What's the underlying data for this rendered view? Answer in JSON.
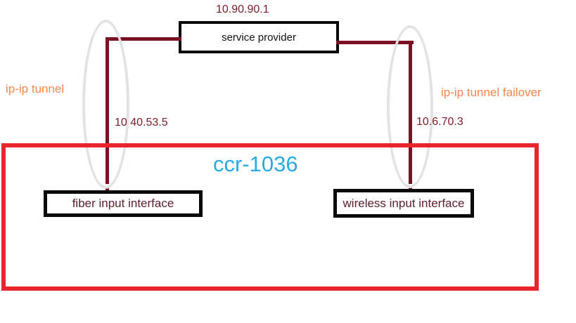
{
  "colors": {
    "link": "#7a1124",
    "router_border": "#e8242c",
    "router_label": "#29abe2",
    "tunnel_label": "#f5874e",
    "ip_text": "#7d1a2a",
    "iface_text": "#5a1e2d",
    "node_border": "#0a0a0a",
    "ellipse": "#e3e3e3"
  },
  "nodes": {
    "service_provider": {
      "label": "service provider",
      "ip_label": "10.90.90.1"
    },
    "router": {
      "label": "ccr-1036"
    },
    "fiber_interface": {
      "label": "fiber input interface",
      "ip_label": "10 40.53.5"
    },
    "wireless_interface": {
      "label": "wireless input interface",
      "ip_label": "10.6.70.3"
    }
  },
  "links": {
    "primary_tunnel": {
      "label": "ip-ip tunnel"
    },
    "failover_tunnel": {
      "label": "ip-ip tunnel failover"
    }
  }
}
